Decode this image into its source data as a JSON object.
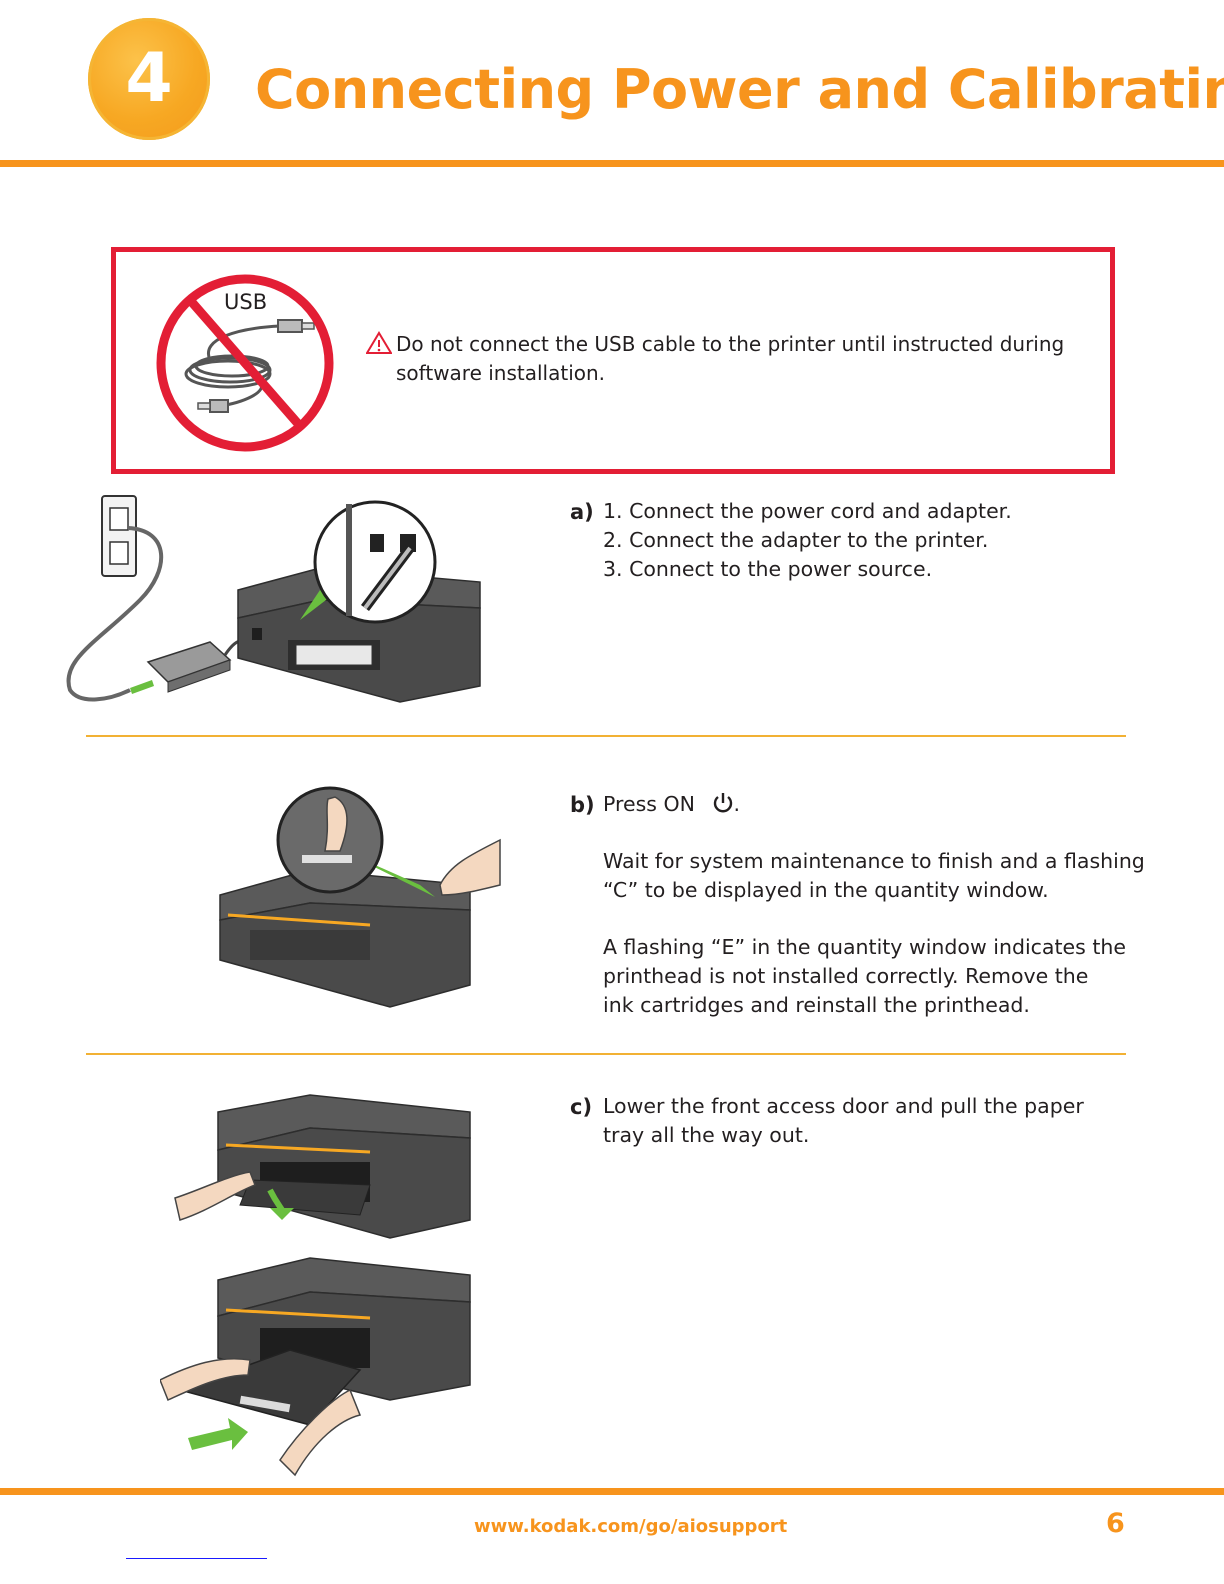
{
  "header": {
    "step_number": "4",
    "title": "Connecting Power and Calibrating"
  },
  "warning": {
    "usb_label": "USB",
    "text_line1": "Do not connect the USB cable to the printer until instructed during",
    "text_line2": "software installation."
  },
  "step_a": {
    "label": "a)",
    "items": [
      "1. Connect the power cord and adapter.",
      "2. Connect the adapter to the printer.",
      "3. Connect to the power source."
    ]
  },
  "step_b": {
    "label": "b)",
    "press_text": "Press ON",
    "press_suffix": ".",
    "para1_line1": "Wait for system maintenance to finish and a flashing",
    "para1_line2": "“C” to be displayed in the quantity window.",
    "para2_line1": "A flashing “E” in the quantity window indicates the",
    "para2_line2": "printhead is not installed correctly. Remove the",
    "para2_line3": "ink cartridges and reinstall the printhead."
  },
  "step_c": {
    "label": "c)",
    "line1": "Lower the front access door and pull the paper",
    "line2": "tray all the way out."
  },
  "footer": {
    "url": "www.kodak.com/go/aiosupport",
    "page_number": "6"
  },
  "colors": {
    "accent": "#f7941d",
    "warning_red": "#e31e35",
    "arrow_green": "#6abf3f",
    "printer_gray": "#4a4a4a"
  }
}
